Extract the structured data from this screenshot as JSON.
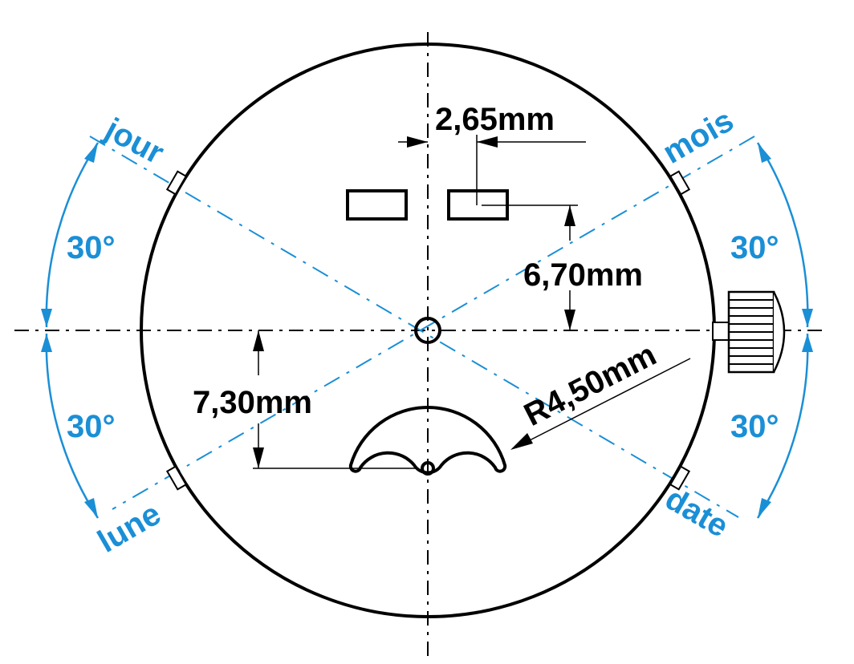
{
  "labels": {
    "jour": "jour",
    "mois": "mois",
    "lune": "lune",
    "date": "date",
    "angle_top_left": "30°",
    "angle_bottom_left": "30°",
    "angle_top_right": "30°",
    "angle_bottom_right": "30°",
    "dim_slot_offset": "2,65mm",
    "dim_slot_height": "6,70mm",
    "dim_cutout_height": "7,30mm",
    "dim_radius": "R4,50mm"
  },
  "colors": {
    "accent": "#1a8fd6",
    "line": "#000000",
    "background": "#ffffff"
  }
}
